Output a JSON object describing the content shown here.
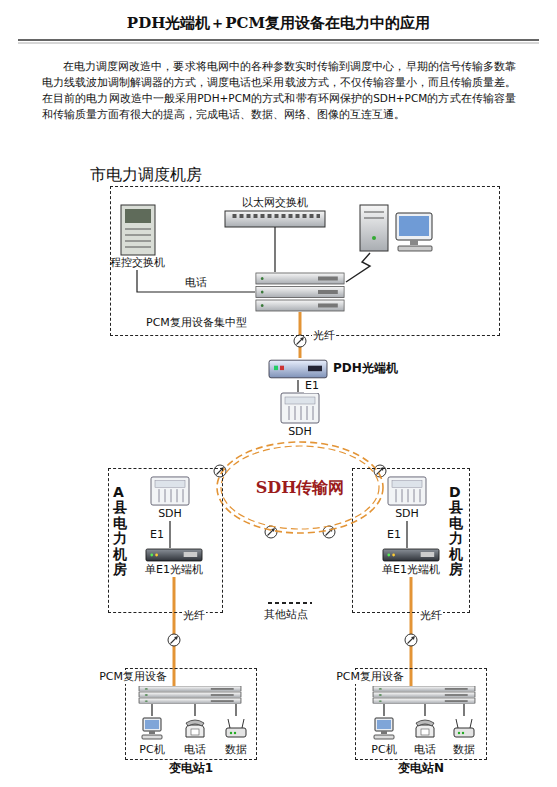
{
  "diagram": {
    "title": "PDH光端机＋PCM复用设备在电力中的应用",
    "nodes": [
      {
        "text": [
          "市电力调度机房"
        ]
      },
      {
        "text": [
          "以太网交换机"
        ],
        "in": 0
      },
      {
        "text": [
          "程控交换机"
        ],
        "in": 0
      },
      {
        "text": [
          "PCM复用设备集中型"
        ],
        "in": 0
      },
      {
        "text": [
          "PDH光端机"
        ]
      },
      {
        "text": [
          "SDH"
        ]
      },
      {
        "text": [
          "SDH传输网"
        ]
      },
      {
        "text": [
          "A县电力机房"
        ]
      },
      {
        "text": [
          "SDH"
        ],
        "in": 7
      },
      {
        "text": [
          "单E1光端机"
        ],
        "in": 7
      },
      {
        "text": [
          "D县电力机房"
        ]
      },
      {
        "text": [
          "SDH"
        ],
        "in": 10
      },
      {
        "text": [
          "单E1光端机"
        ],
        "in": 10
      },
      {
        "text": [
          "变电站1"
        ]
      },
      {
        "text": [
          "PCM复用设备"
        ],
        "in": 13
      },
      {
        "text": [
          "PC机"
        ],
        "in": 13
      },
      {
        "text": [
          "电话"
        ],
        "in": 13
      },
      {
        "text": [
          "数据"
        ],
        "in": 13
      },
      {
        "text": [
          "变电站N"
        ]
      },
      {
        "text": [
          "PCM复用设备"
        ],
        "in": 18
      },
      {
        "text": [
          "PC机"
        ],
        "in": 18
      },
      {
        "text": [
          "电话"
        ],
        "in": 18
      },
      {
        "text": [
          "数据"
        ],
        "in": 18
      }
    ],
    "edges": [
      {
        "from": 2,
        "to": 3,
        "label": "电话",
        "arrow": "none"
      },
      {
        "from": 1,
        "to": 3,
        "arrow": "none"
      },
      {
        "from": 3,
        "to": 4,
        "label": "光纤",
        "arrow": "none"
      },
      {
        "from": 4,
        "to": 5,
        "label": "E1",
        "arrow": "none"
      },
      {
        "from": 8,
        "to": 9,
        "label": "E1",
        "arrow": "none"
      },
      {
        "from": 11,
        "to": 12,
        "label": "E1",
        "arrow": "none"
      },
      {
        "from": 9,
        "to": 14,
        "label": "光纤",
        "arrow": "none"
      },
      {
        "from": 12,
        "to": 19,
        "label": "光纤",
        "arrow": "none"
      },
      {
        "from": 14,
        "to": 15,
        "arrow": "none"
      },
      {
        "from": 14,
        "to": 16,
        "arrow": "none"
      },
      {
        "from": 14,
        "to": 17,
        "arrow": "none"
      },
      {
        "from": 19,
        "to": 20,
        "arrow": "none"
      },
      {
        "from": 19,
        "to": 21,
        "arrow": "none"
      },
      {
        "from": 19,
        "to": 22,
        "arrow": "none"
      }
    ],
    "labels": [
      "在电力调度网改造中，要求将电网中的各种参数实时传输到调度中心，早期的信号传输多数靠电力线载波加调制解调器的方式，调度电话也采用载波方式，不仅传输容量小，而且传输质量差。在目前的电力网改造中一般采用PDH+PCM的方式和带有环网保护的SDH+PCM的方式在传输容量和传输质量方面有很大的提高，完成电话、数据、网络、图像的互连互通。",
      "其他站点"
    ]
  }
}
